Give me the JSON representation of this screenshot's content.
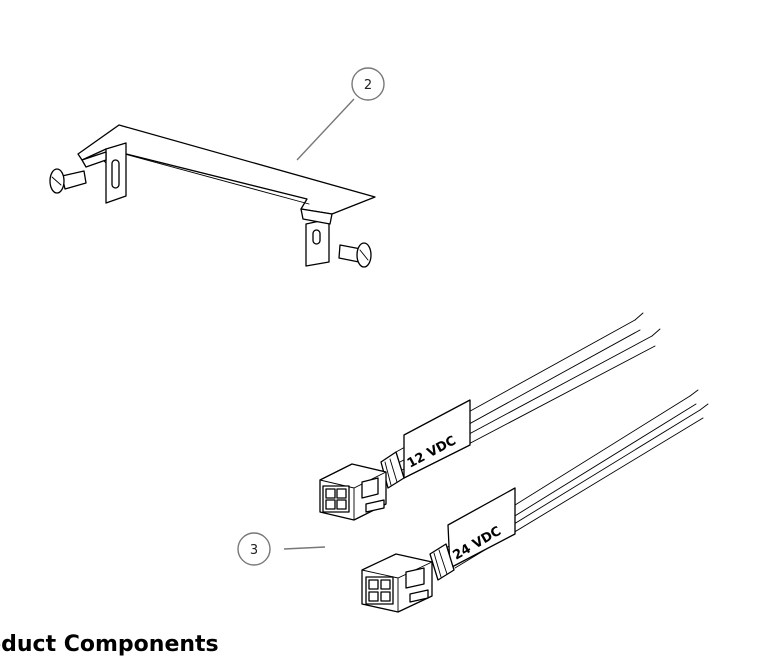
{
  "callouts": {
    "bracket": "2",
    "wire_harnesses": "3"
  },
  "wire_labels": {
    "upper": "12 VDC",
    "lower": "24 VDC"
  },
  "section_title": "oduct Components"
}
